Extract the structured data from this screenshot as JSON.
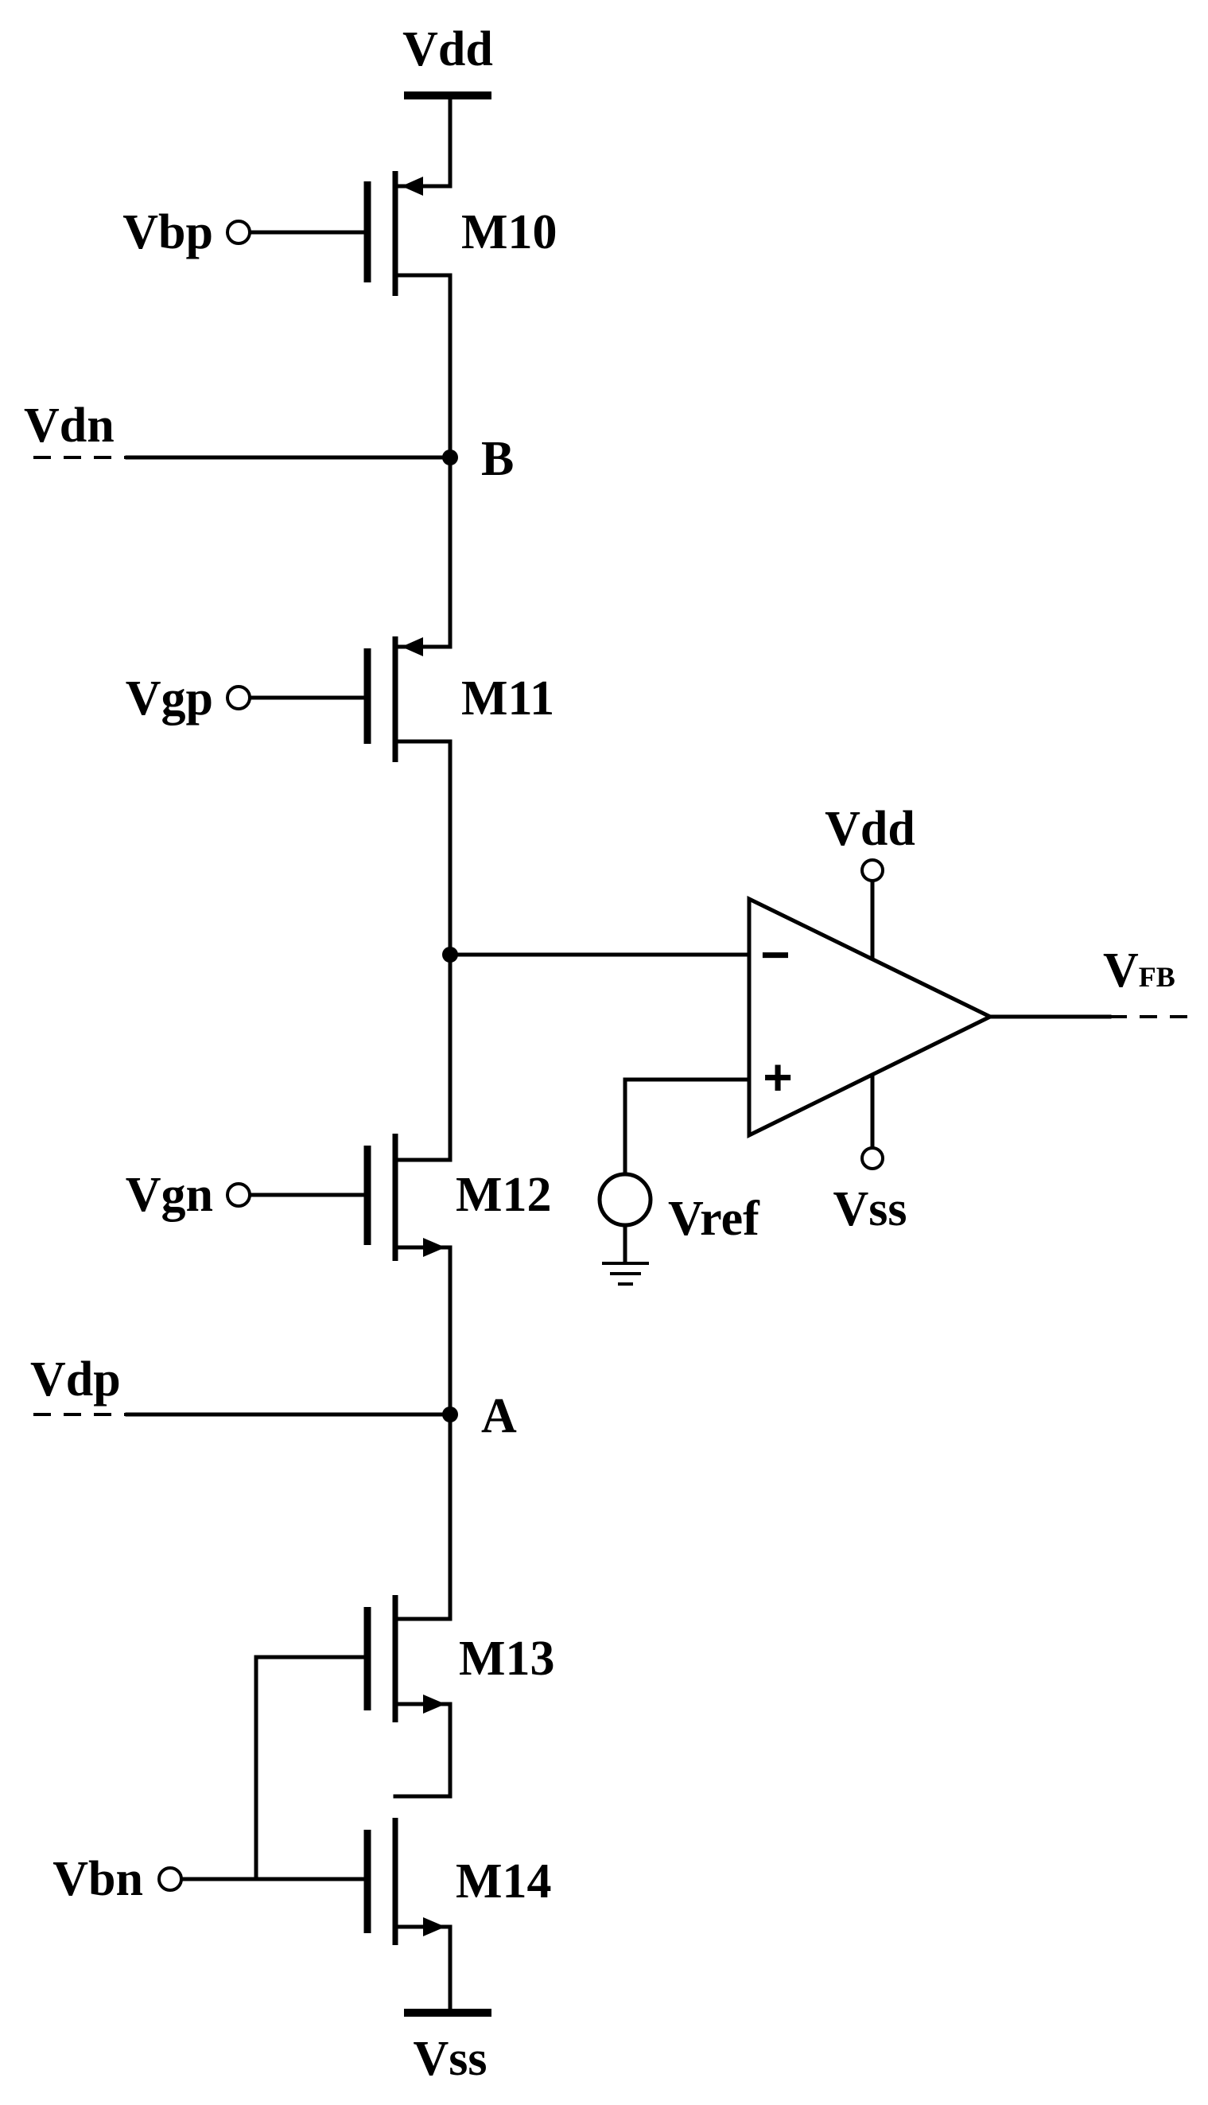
{
  "labels": {
    "vdd_top": "Vdd",
    "vss_bottom": "Vss",
    "vbp": "Vbp",
    "vdn": "Vdn",
    "node_b": "B",
    "vgp": "Vgp",
    "vgn": "Vgn",
    "vdp": "Vdp",
    "node_a": "A",
    "vbn": "Vbn",
    "vref": "Vref",
    "opamp_vdd": "Vdd",
    "opamp_vss": "Vss",
    "vfb_main": "V",
    "vfb_sub": "FB",
    "minus": "−",
    "plus": "+"
  },
  "transistors": {
    "m10": "M10",
    "m11": "M11",
    "m12": "M12",
    "m13": "M13",
    "m14": "M14"
  }
}
